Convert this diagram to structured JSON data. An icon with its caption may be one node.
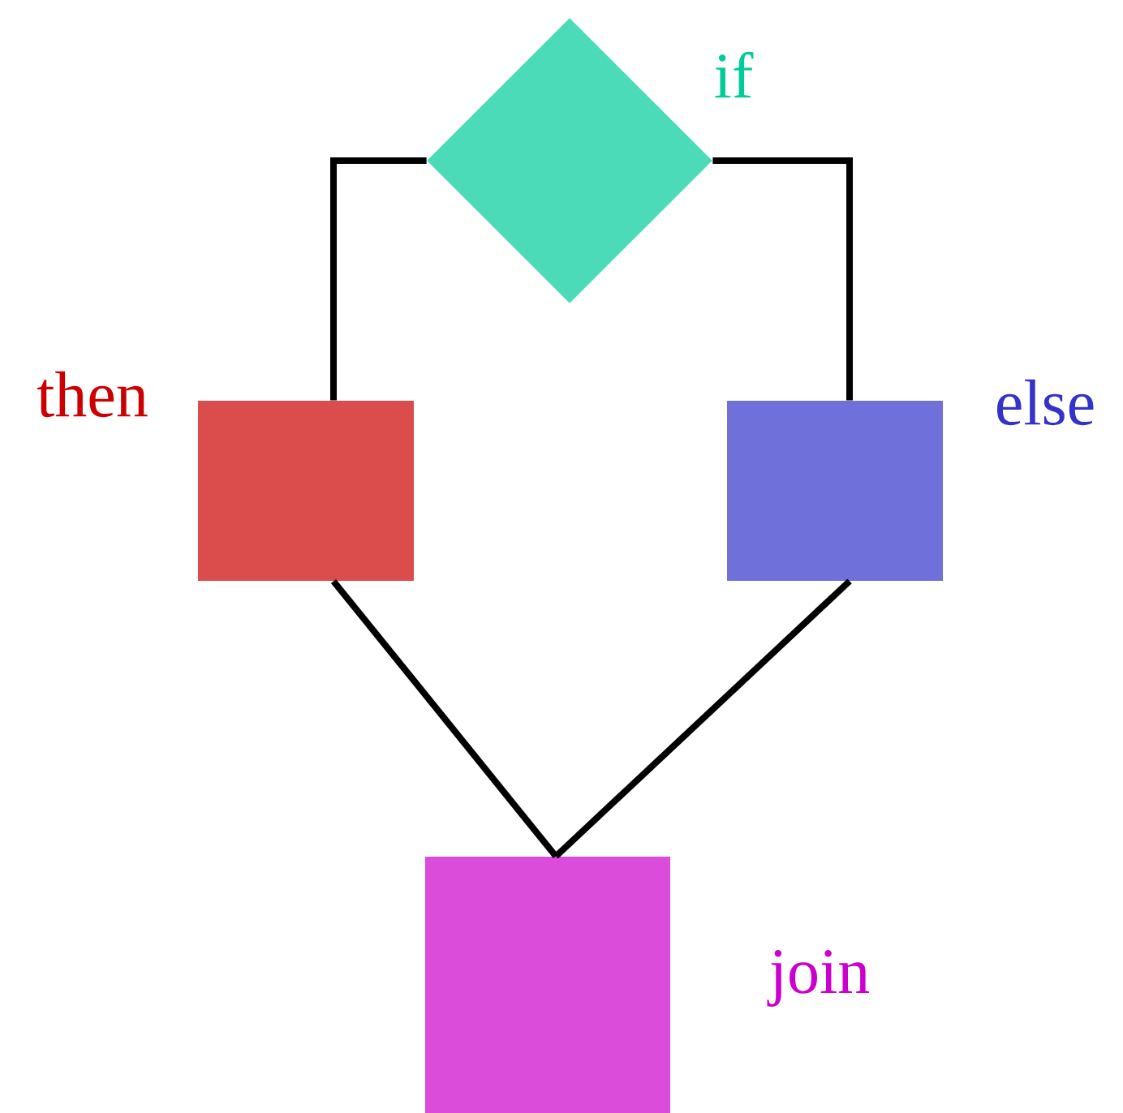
{
  "diagram": {
    "nodes": [
      {
        "text": [
          "if"
        ]
      },
      {
        "text": [
          "then"
        ]
      },
      {
        "text": [
          "else"
        ]
      },
      {
        "text": [
          "join"
        ]
      }
    ],
    "edges": [
      {
        "from": 0,
        "to": 1,
        "arrow": "none"
      },
      {
        "from": 0,
        "to": 2,
        "arrow": "none"
      },
      {
        "from": 1,
        "to": 3,
        "arrow": "none"
      },
      {
        "from": 2,
        "to": 3,
        "arrow": "none"
      }
    ]
  }
}
